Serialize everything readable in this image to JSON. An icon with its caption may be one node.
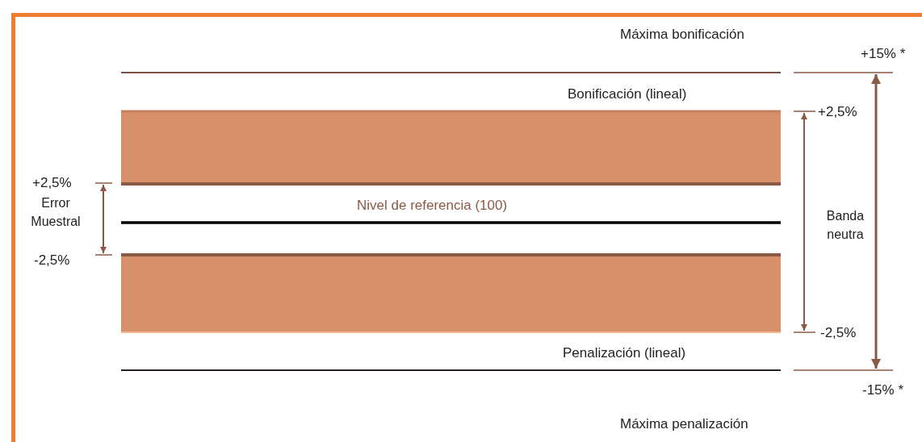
{
  "diagram": {
    "labels": [
      "Máxima bonificación",
      "+15% *",
      "Bonificación (lineal)",
      "+2,5%",
      "+2,5%",
      "Error Muestral",
      "Nivel de referencia (100)",
      "Banda neutra",
      "-2,5%",
      "-2,5%",
      "Penalización (lineal)",
      "-15% *",
      "Máxima penalización"
    ]
  }
}
